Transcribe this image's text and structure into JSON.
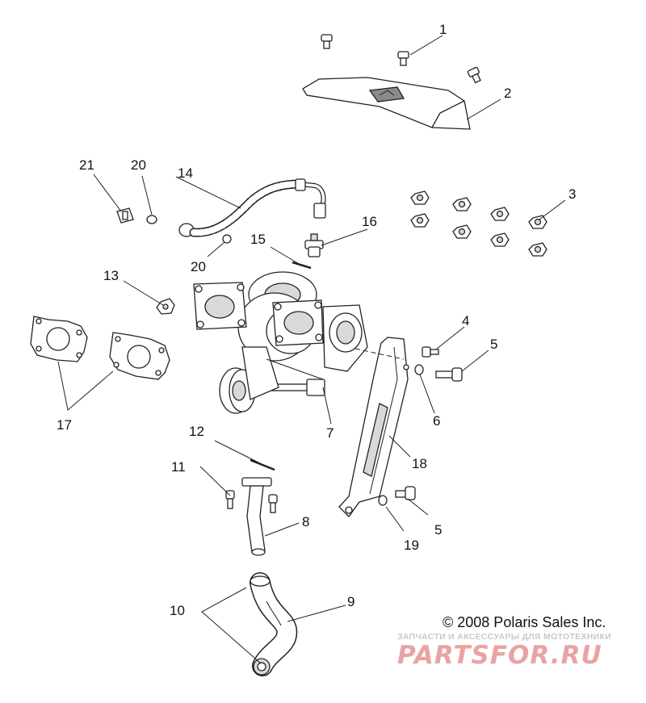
{
  "callouts": [
    "1",
    "2",
    "3",
    "4",
    "5",
    "6",
    "7",
    "8",
    "9",
    "10",
    "11",
    "12",
    "13",
    "14",
    "15",
    "16",
    "17",
    "18",
    "19",
    "20",
    "21"
  ],
  "copyright": "© 2008 Polaris Sales Inc.",
  "watermark": {
    "tagline": "ЗАПЧАСТИ И АКСЕССУАРЫ ДЛЯ МОТОТЕХНИКИ",
    "brand": "PARTSFOR.RU"
  },
  "colors": {
    "line": "#222222",
    "watermark_brand": "#e9a3a3",
    "watermark_tagline": "#c9c9c9"
  }
}
